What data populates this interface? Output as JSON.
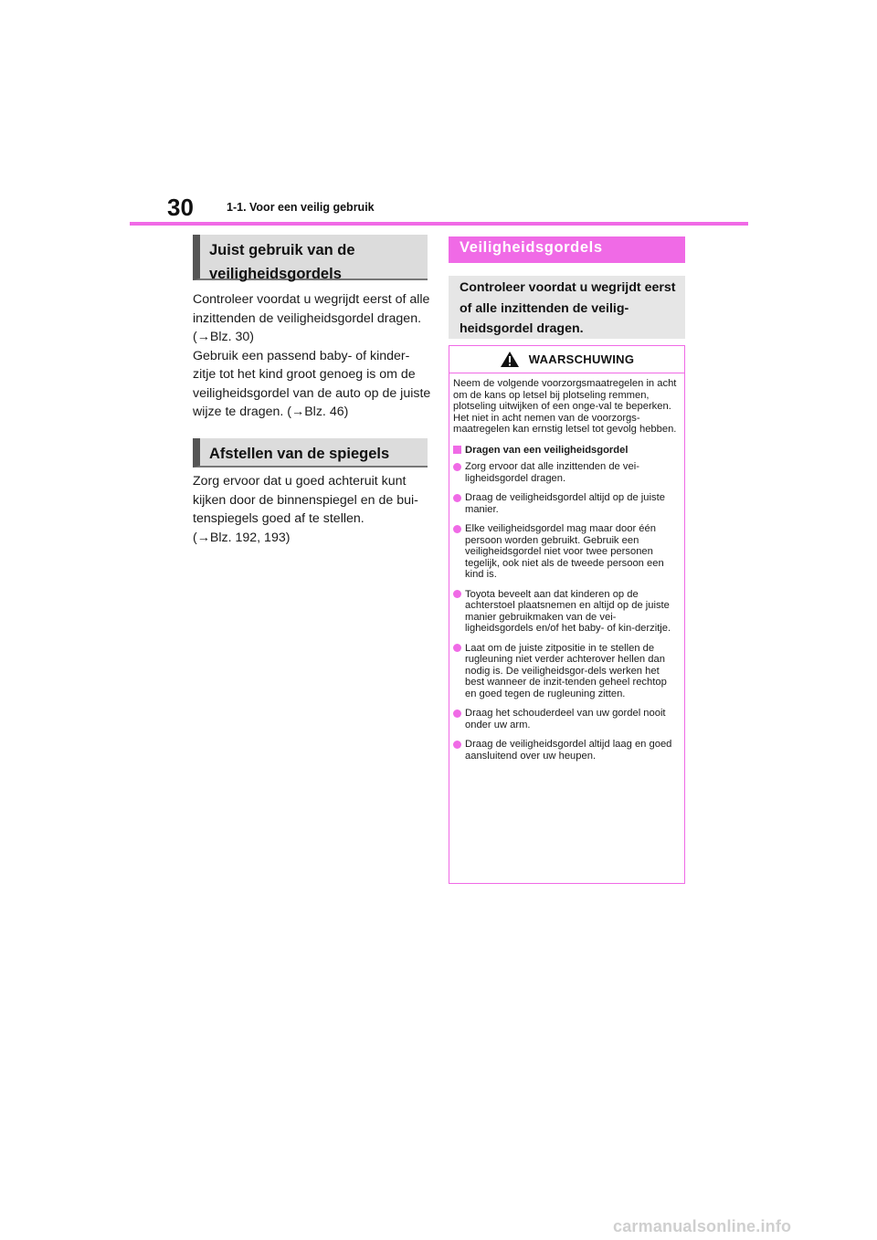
{
  "header": {
    "page_number": "30",
    "section": "1-1. Voor een veilig gebruik"
  },
  "left": {
    "heading1": "Juist gebruik van de veiligheidsgordels",
    "paragraph1": "Controleer voordat u wegrijdt eerst of alle inzittenden de veiligheidsgordel dragen. (→Blz. 30)\nGebruik een passend baby- of kinder-zitje tot het kind groot genoeg is om de veiligheidsgordel van de auto op de juiste wijze te dragen. (→Blz. 46)",
    "heading2": "Afstellen van de spiegels",
    "paragraph2": "Zorg ervoor dat u goed achteruit kunt kijken door de binnenspiegel en de bui-tenspiegels goed af te stellen.\n(→Blz. 192, 193)"
  },
  "right": {
    "title": "Veiligheidsgordels",
    "summary": "Controleer voordat u wegrijdt eerst of alle inzittenden de veilig-heidsgordel dragen.",
    "warning": {
      "icon": "warning-triangle-icon",
      "label": "WAARSCHUWING",
      "intro": "Neem de volgende voorzorgsmaatregelen in acht om de kans op letsel bij plotseling remmen, plotseling uitwijken of een onge-val te beperken.\nHet niet in acht nemen van de voorzorgs-maatregelen kan ernstig letsel tot gevolg hebben.",
      "subheading": "Dragen van een veiligheidsgordel",
      "bullets": [
        "Zorg ervoor dat alle inzittenden de vei-ligheidsgordel dragen.",
        "Draag de veiligheidsgordel altijd op de juiste manier.",
        "Elke veiligheidsgordel mag maar door één persoon worden gebruikt. Gebruik een veiligheidsgordel niet voor twee personen tegelijk, ook niet als de tweede persoon een kind is.",
        "Toyota beveelt aan dat kinderen op de achterstoel plaatsnemen en altijd op de juiste manier gebruikmaken van de vei-ligheidsgordels en/of het baby- of kin-derzitje.",
        "Laat om de juiste zitpositie in te stellen de rugleuning niet verder achterover hellen dan nodig is. De veiligheidsgor-dels werken het best wanneer de inzit-tenden geheel rechtop en goed tegen de rugleuning zitten.",
        "Draag het schouderdeel van uw gordel nooit onder uw arm.",
        "Draag de veiligheidsgordel altijd laag en goed aansluitend over uw heupen."
      ]
    }
  },
  "watermark": "carmanualsonline.info",
  "colors": {
    "accent": "#f06ae6",
    "gray_heading": "#dcdcdc",
    "summary_bg": "#e6e6e6"
  }
}
